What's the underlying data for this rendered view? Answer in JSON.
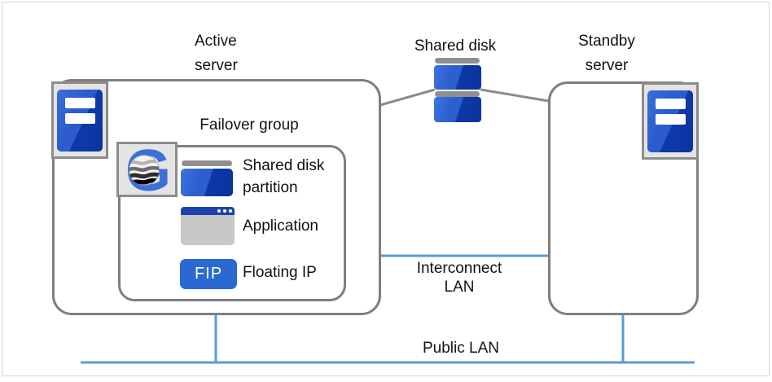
{
  "nodes": {
    "active_server": {
      "label_line1": "Active",
      "label_line2": "server"
    },
    "standby_server": {
      "label_line1": "Standby",
      "label_line2": "server"
    },
    "shared_disk": {
      "label": "Shared disk"
    }
  },
  "failover_group": {
    "label": "Failover group",
    "items": [
      {
        "name": "shared-disk-partition",
        "label_line1": "Shared disk",
        "label_line2": "partition"
      },
      {
        "name": "application",
        "label": "Application"
      },
      {
        "name": "floating-ip",
        "badge": "FIP",
        "label": "Floating IP"
      }
    ]
  },
  "networks": {
    "interconnect_lan": {
      "label_line1": "Interconnect",
      "label_line2": "LAN"
    },
    "public_lan": {
      "label": "Public LAN"
    }
  },
  "colors": {
    "lan_line_blue": "#5b9bd5",
    "box_border_gray": "#7f7f7f",
    "icon_box_fill_gray": "#e4e4e4",
    "icon_border_gray": "#8c8c8c",
    "icon_blue": "#2c5fd0",
    "icon_blue_dark": "#0e38a6",
    "fip_blue": "#2a69d2",
    "app_titlebar_blue": "#1d44ad",
    "app_body_gray": "#c8c8c8",
    "connector_gray": "#8a8a8a"
  }
}
